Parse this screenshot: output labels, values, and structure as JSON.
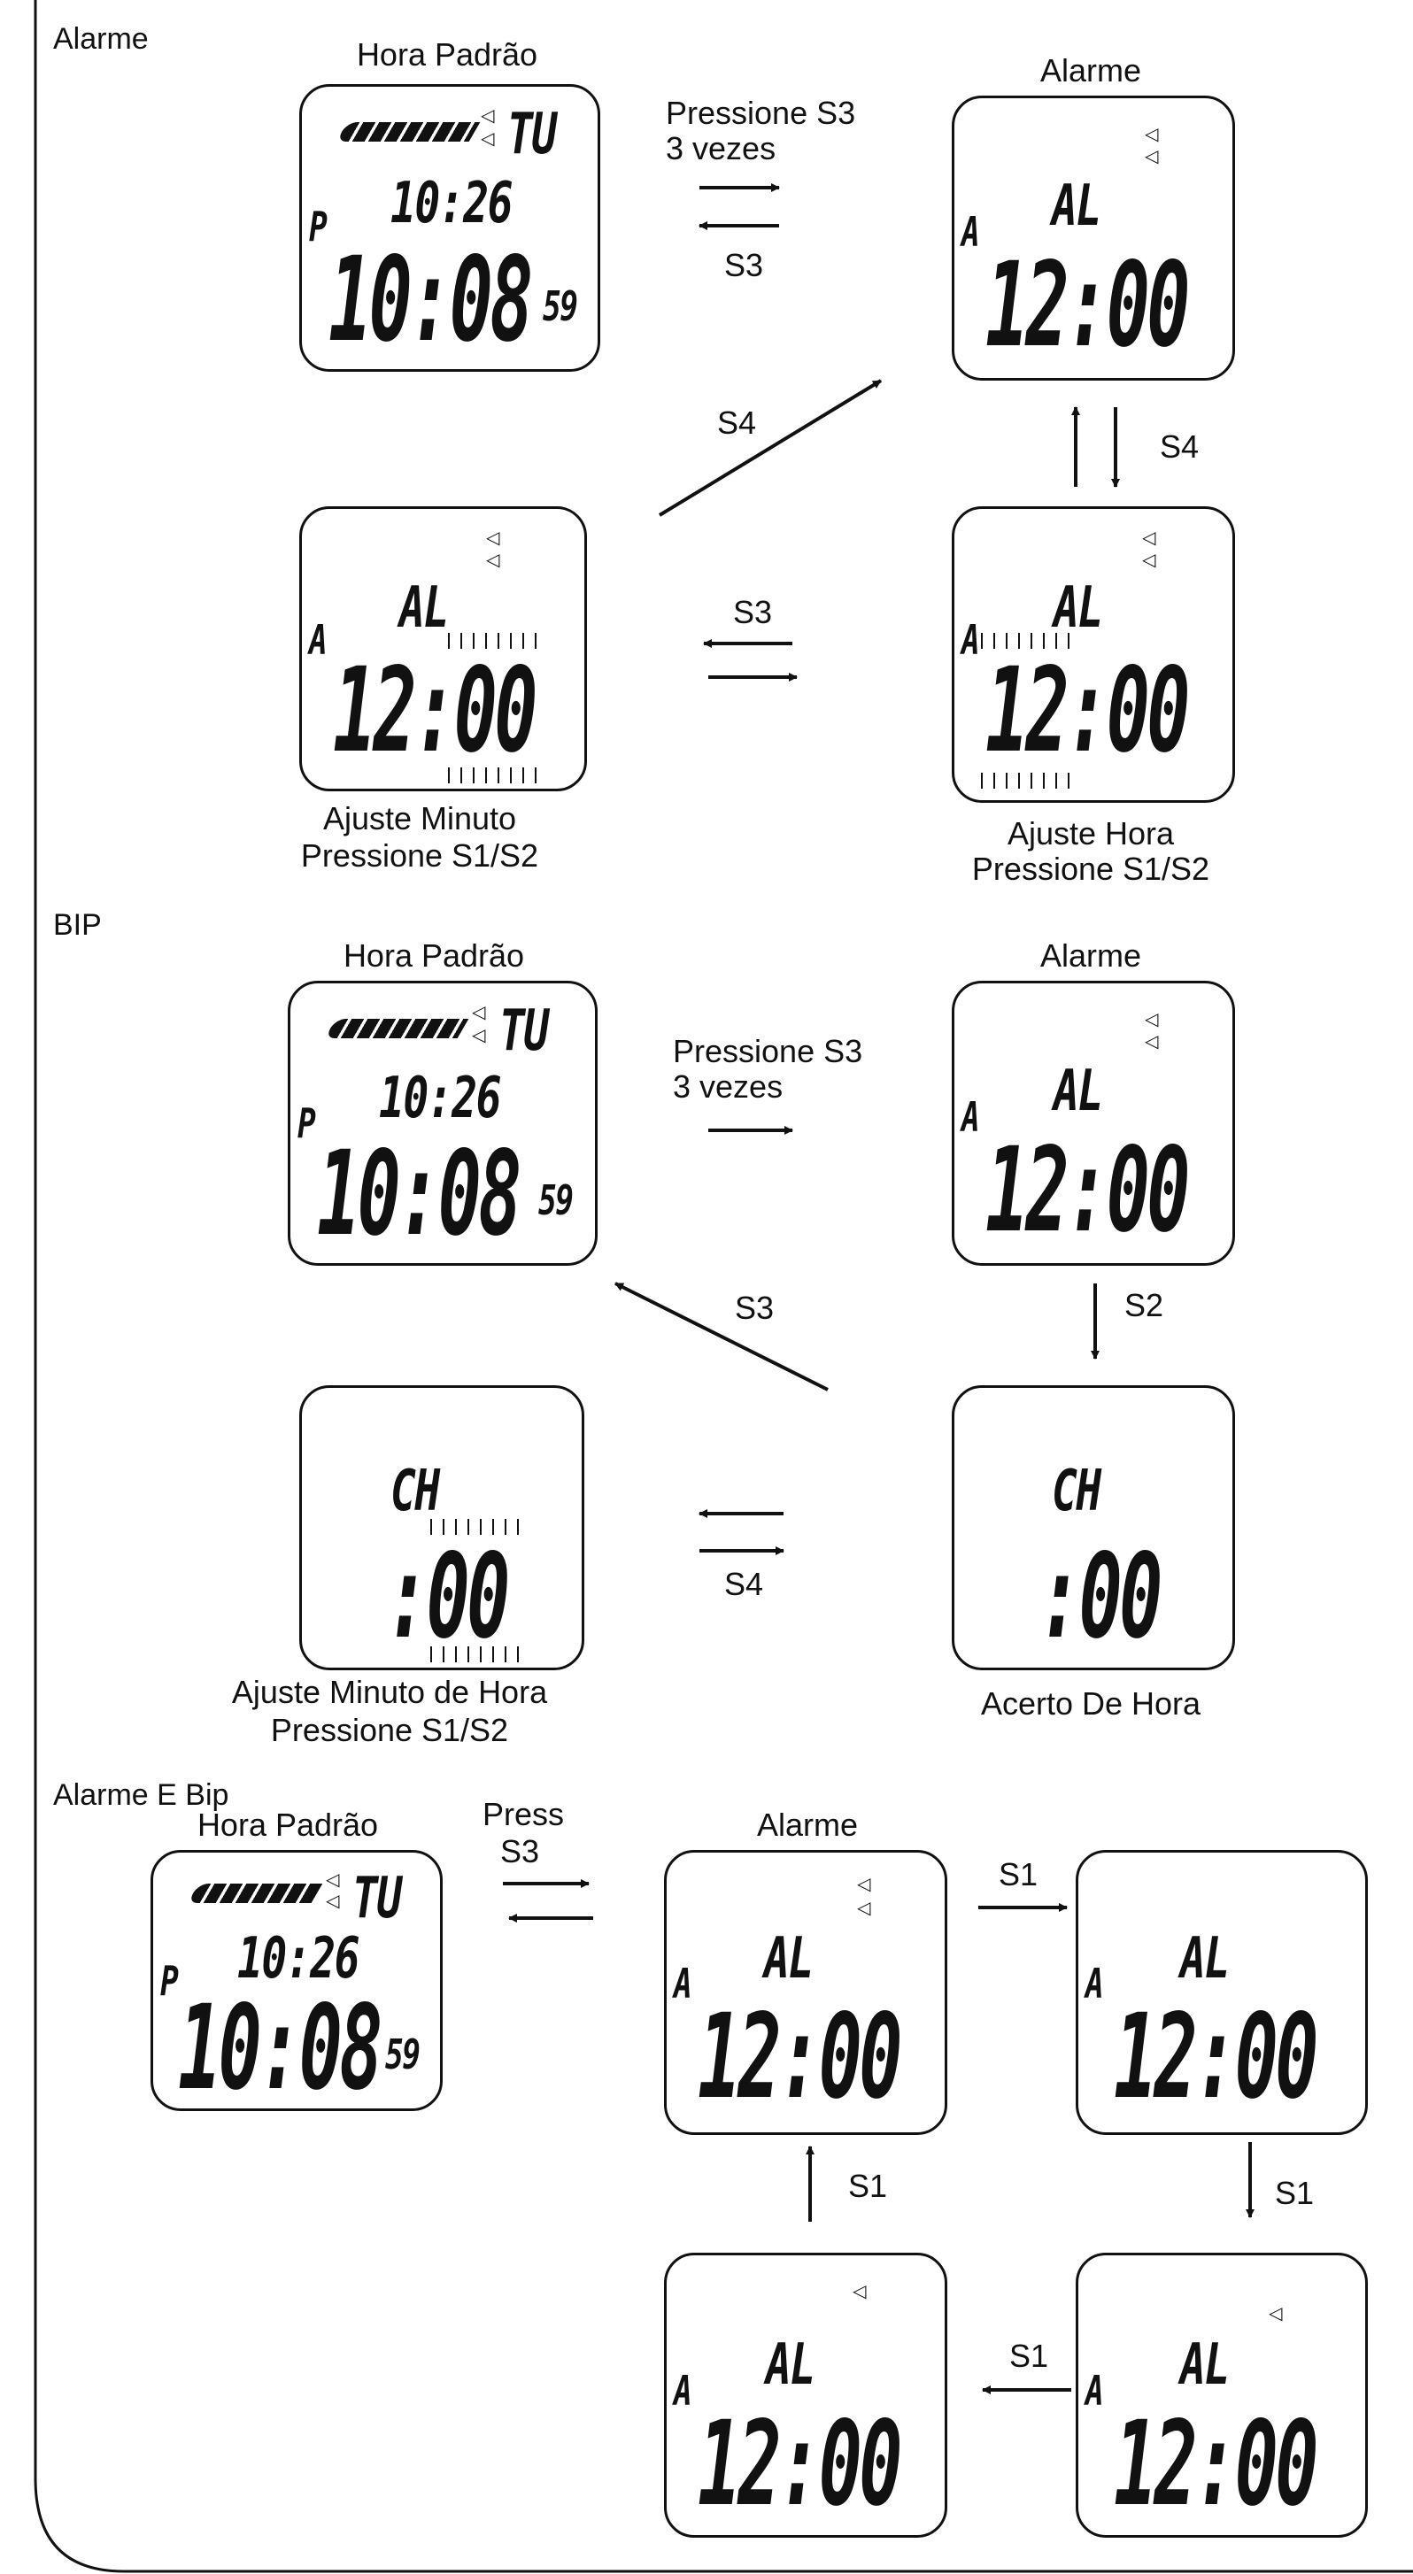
{
  "sections": {
    "alarme": "Alarme",
    "bip": "BIP",
    "alarme_bip": "Alarme E Bip"
  },
  "labels": {
    "hora_padrao": "Hora Padrão",
    "alarme": "Alarme",
    "pressione_s3": "Pressione S3",
    "tres_vezes": "3 vezes",
    "s1": "S1",
    "s2": "S2",
    "s3": "S3",
    "s4": "S4",
    "press": "Press",
    "ajuste_minuto": "Ajuste Minuto",
    "pressione_s1s2": "Pressione S1/S2",
    "ajuste_hora": "Ajuste Hora",
    "ajuste_minuto_de_hora": "Ajuste Minuto de Hora",
    "acerto_de_hora": "Acerto De Hora"
  },
  "displays": {
    "standard": {
      "day": "TU",
      "date": "10:26",
      "pm": "P",
      "time": "10:08",
      "seconds": "59"
    },
    "alarm": {
      "mode": "AL",
      "am": "A",
      "time": "12:00"
    },
    "chime": {
      "mode": "CH",
      "time": ":00"
    }
  },
  "icons": [
    "bell-icon",
    "chime-icon",
    "arrow-icon"
  ],
  "colors": {
    "ink": "#111111",
    "background": "#ffffff"
  }
}
